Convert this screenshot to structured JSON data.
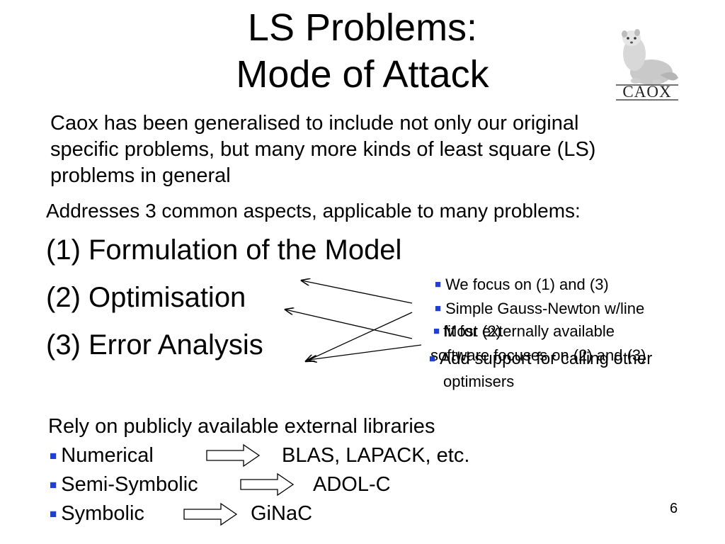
{
  "title": {
    "line1": "LS Problems:",
    "line2": "Mode of Attack"
  },
  "logo": {
    "text": "CAOX"
  },
  "intro": {
    "line1": "Caox has been generalised to include not only our original",
    "line2": "specific problems, but many more kinds of least square (LS)",
    "line3": "problems in general"
  },
  "addresses": "Addresses 3 common aspects, applicable to many problems:",
  "aspects": [
    "(1) Formulation of the Model",
    "(2) Optimisation",
    "(3) Error Analysis"
  ],
  "notes": {
    "focus": "We focus on (1) and (3)",
    "gauss_line1": "Simple Gauss-Newton w/line",
    "gauss_line2": "fit for (2)",
    "most": "Most externally available",
    "software": "software focuses on (2) and (3)",
    "add_support": "Add support for calling other",
    "optimisers": "optimisers"
  },
  "rely": {
    "heading": "Rely on publicly available external libraries",
    "items": [
      {
        "label": "Numerical",
        "target": "BLAS, LAPACK, etc."
      },
      {
        "label": "Semi-Symbolic",
        "target": "ADOL-C"
      },
      {
        "label": "Symbolic",
        "target": "GiNaC"
      }
    ]
  },
  "page_number": "6",
  "colors": {
    "bullet": "#1f3fd6",
    "text": "#000000",
    "background": "#ffffff"
  }
}
